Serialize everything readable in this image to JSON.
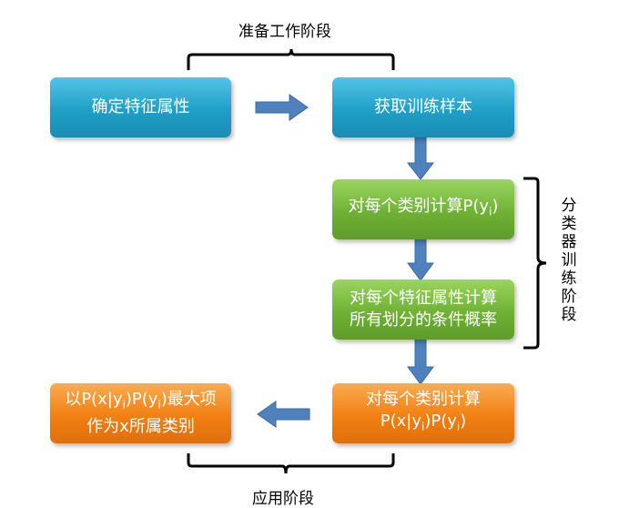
{
  "stages": {
    "prep": "准备工作阶段",
    "train": "分类器训练阶段",
    "apply": "应用阶段"
  },
  "boxes": {
    "determine_features": "确定特征属性",
    "get_samples": "获取训练样本",
    "calc_py": {
      "text": "对每个类别计算P(y",
      "sub": "i",
      "end": ")"
    },
    "calc_cond_prob": {
      "line1": "对每个特征属性计算",
      "line2": "所有划分的条件概率"
    },
    "calc_joint": {
      "line1": "对每个类别计算",
      "l2a": "P(x|y",
      "l2sub1": "i",
      "l2b": ")P(y",
      "l2sub2": "i",
      "l2c": ")"
    },
    "result": {
      "l1a": "以P(x|y",
      "l1sub1": "i",
      "l1b": ")P(y",
      "l1sub2": "i",
      "l1c": ")最大项",
      "line2": "作为x所属类别"
    }
  },
  "colors": {
    "blue": "#1f9fc7",
    "green": "#6fb135",
    "orange": "#f27f12",
    "arrow": "#4f81bd"
  }
}
